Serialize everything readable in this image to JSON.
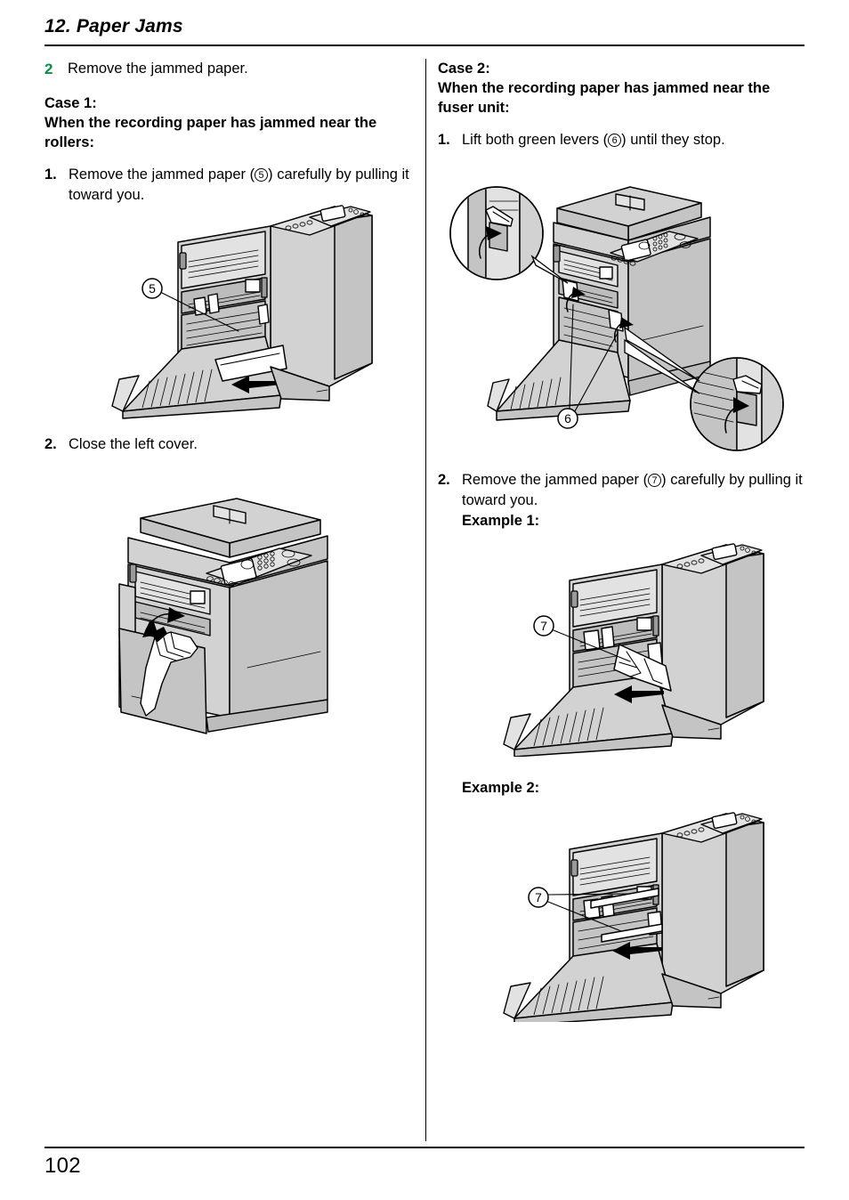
{
  "header": {
    "chapter_title": "12. Paper Jams"
  },
  "footer": {
    "page_number": "102"
  },
  "left_column": {
    "step": {
      "number": "2",
      "text": "Remove the jammed paper."
    },
    "case": {
      "label": "Case 1:",
      "heading_line1": "When the recording paper has jammed near the",
      "heading_line2": "rollers:"
    },
    "substeps": [
      {
        "number": "1.",
        "text_before": "Remove the jammed paper (",
        "callout": "5",
        "text_after": ") carefully by pulling it toward you."
      },
      {
        "number": "2.",
        "text_before": "Close the left cover.",
        "callout": "",
        "text_after": ""
      }
    ],
    "figures": [
      {
        "name": "printer-left-cover-open-paper-jam",
        "callout": "5"
      },
      {
        "name": "printer-closing-left-cover-with-hand",
        "callout": ""
      }
    ]
  },
  "right_column": {
    "case": {
      "label": "Case 2:",
      "heading_line1": "When the recording paper has jammed near the",
      "heading_line2": "fuser unit:"
    },
    "substeps": [
      {
        "number": "1.",
        "text_before": "Lift both green levers (",
        "callout": "6",
        "text_after": ") until they stop."
      },
      {
        "number": "2.",
        "text_before": "Remove the jammed paper (",
        "callout": "7",
        "text_after": ") carefully by pulling it toward you."
      }
    ],
    "example_labels": [
      "Example 1:",
      "Example 2:"
    ],
    "figures": [
      {
        "name": "printer-green-levers-detail-zoom",
        "callout": "6"
      },
      {
        "name": "printer-fuser-jam-example-1",
        "callout": "7"
      },
      {
        "name": "printer-fuser-jam-example-2",
        "callout": "7"
      }
    ]
  },
  "colors": {
    "step_number_green": "#009240",
    "text_black": "#000000",
    "illustration_fill": "#d2d2d2",
    "page_background": "#ffffff"
  }
}
